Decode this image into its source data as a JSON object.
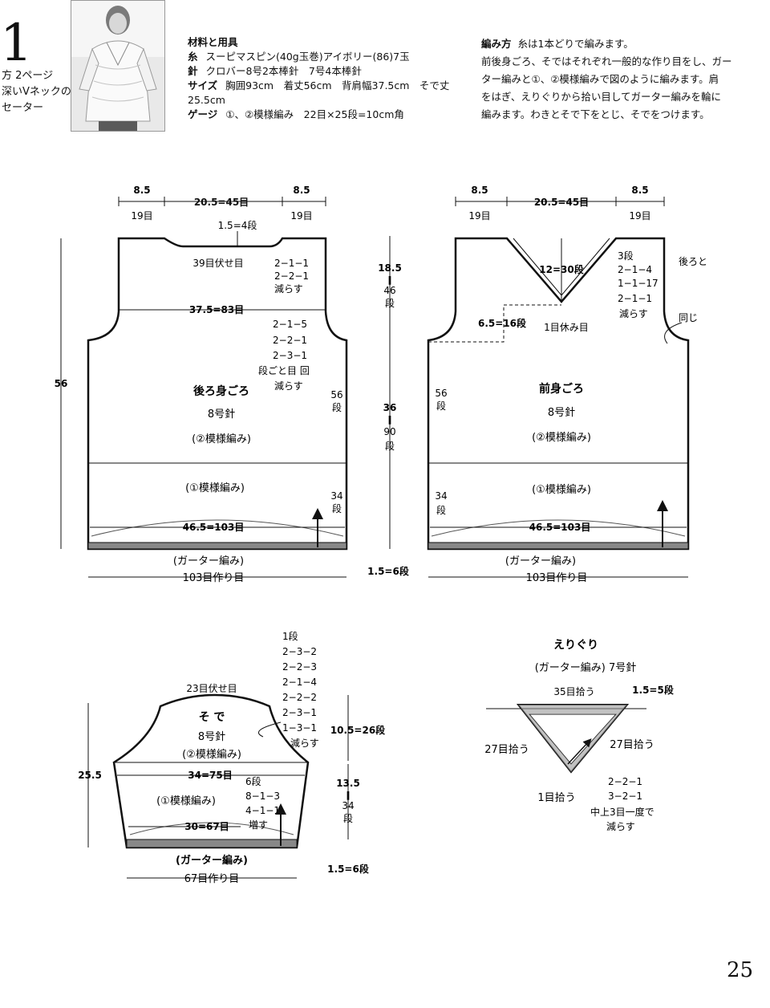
{
  "pattern": {
    "number": "1",
    "caption": [
      "方 2ページ",
      "深いVネックの",
      "セーター"
    ]
  },
  "materials": {
    "heading": "材料と用具",
    "rows": [
      {
        "label": "糸",
        "text": "スーピマスピン(40g玉巻)アイボリー(86)7玉"
      },
      {
        "label": "針",
        "text": "クロバー8号2本棒針　7号4本棒針"
      },
      {
        "label": "サイズ",
        "text": "胸囲93cm　着丈56cm　背肩幅37.5cm　そで丈"
      },
      {
        "label": "",
        "text": "25.5cm"
      },
      {
        "label": "ゲージ",
        "text": "①、②模様編み　22目×25段=10cm角"
      }
    ]
  },
  "instructions": {
    "heading": "編み方",
    "intro": "糸は1本どりで編みます。",
    "lines": [
      "前後身ごろ、そではそれぞれ一般的な作り目をし、ガー",
      "ター編みと①、②模様編みで図のように編みます。肩",
      "をはぎ、えりぐりから拾い目してガーター編みを輪に",
      "編みます。わきとそで下をとじ、そでをつけます。"
    ]
  },
  "back_body": {
    "title": "後ろ身ごろ",
    "needle": "8号針",
    "pattern2": "(②模様編み)",
    "pattern1": "(①模様編み)",
    "garter": "(ガーター編み)",
    "cast_on": "103目作り目",
    "shoulder_cm": "8.5",
    "shoulder_st": "19目",
    "shoulder_cm_r": "8.5",
    "shoulder_st_r": "19目",
    "neck_width": "20.5=45目",
    "neck_depth": "1.5=4段",
    "neck_bindoff": "39目伏せ目",
    "neck_dec": [
      "2−1−1",
      "2−2−1",
      "減らす"
    ],
    "chest": "37.5=83目",
    "armhole_dec": [
      "2−1−5",
      "2−2−1",
      "2−3−1",
      "段ごと目 回",
      "減らす"
    ],
    "rows_56": [
      "56",
      "段"
    ],
    "rows_34": [
      "34",
      "段"
    ],
    "hem": "46.5=103目",
    "length": "56"
  },
  "center_dims": {
    "upper": [
      "18.5",
      "‖",
      "46",
      "段"
    ],
    "lower": [
      "36",
      "‖",
      "90",
      "段"
    ],
    "garter": "1.5=6段"
  },
  "front_body": {
    "title": "前身ごろ",
    "needle": "8号針",
    "pattern2": "(②模様編み)",
    "pattern1": "(①模様編み)",
    "garter": "(ガーター編み)",
    "cast_on": "103目作り目",
    "shoulder_cm": "8.5",
    "shoulder_st": "19目",
    "shoulder_cm_r": "8.5",
    "shoulder_st_r": "19目",
    "neck_width": "20.5=45目",
    "v_depth": "12=30段",
    "v_dec": [
      "3段",
      "2−1−4",
      "1−1−17",
      "2−1−1",
      "減らす"
    ],
    "same_as_back": [
      "後ろと",
      "同じ"
    ],
    "center_rest": "1目休み目",
    "v_start": "6.5=16段",
    "rows_56": [
      "56",
      "段"
    ],
    "rows_34": [
      "34",
      "段"
    ],
    "hem": "46.5=103目"
  },
  "sleeve": {
    "title": "そ で",
    "needle": "8号針",
    "pattern2": "(②模様編み)",
    "pattern1": "(①模様編み)",
    "garter": "(ガーター編み)",
    "cast_on": "67目作り目",
    "cap_bindoff": "23目伏せ目",
    "cap_dec": [
      "1段",
      "2−3−2",
      "2−2−3",
      "2−1−4",
      "2−2−2",
      "2−3−1",
      "1−3−1",
      "減らす"
    ],
    "cap_height": "10.5=26段",
    "width_top": "34=75目",
    "inc": [
      "6段",
      "8−1−3",
      "4−1−1",
      "増す"
    ],
    "width_bottom": "30=67目",
    "lower_height": [
      "13.5",
      "‖",
      "34",
      "段"
    ],
    "garter_rows": "1.5=6段",
    "length": "25.5"
  },
  "neckband": {
    "title": "えりぐり",
    "subtitle": "(ガーター編み) 7号針",
    "top_pick": "35目拾う",
    "rows": "1.5=5段",
    "left_pick": "27目拾う",
    "right_pick": "27目拾う",
    "center_pick": "1目拾う",
    "dec": [
      "2−2−1",
      "3−2−1",
      "中上3目一度で",
      "減らす"
    ]
  },
  "page_number": "25"
}
